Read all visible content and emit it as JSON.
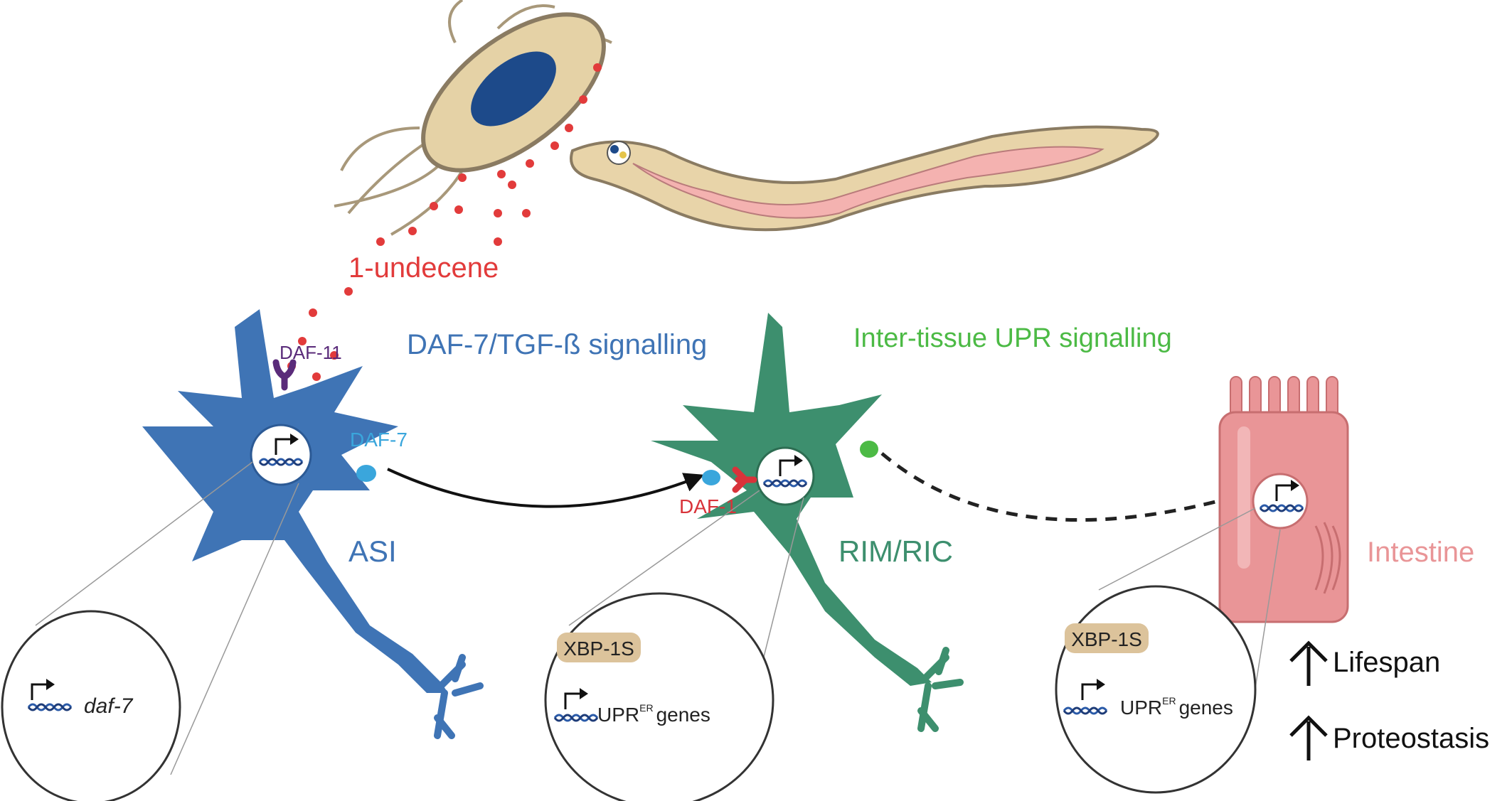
{
  "labels": {
    "odorant": "1-undecene",
    "receptor_asi": "DAF-11",
    "pathway_1": "DAF-7/TGF-ß signalling",
    "ligand": "DAF-7",
    "cell_1": "ASI",
    "receptor_rim": "DAF-1",
    "pathway_2": "Inter-tissue UPR signalling",
    "cell_2": "RIM/RIC",
    "cell_3": "Intestine",
    "gene_1": "daf-7",
    "tf": "XBP-1S",
    "genes_prefix": "UPR",
    "genes_sup": "ER",
    "genes_suffix": "genes",
    "outcome_1": "Lifespan",
    "outcome_2": "Proteostasis"
  },
  "colors": {
    "odorant": "#e23b3b",
    "asi": "#3f74b5",
    "ligand": "#3aa6dc",
    "rim": "#3d8f6e",
    "receptor_daf1": "#d8333a",
    "receptor_daf11": "#5a2b7a",
    "upr_signal": "#4cba45",
    "intestine": "#e99597",
    "tf_box": "#dcc39b"
  }
}
